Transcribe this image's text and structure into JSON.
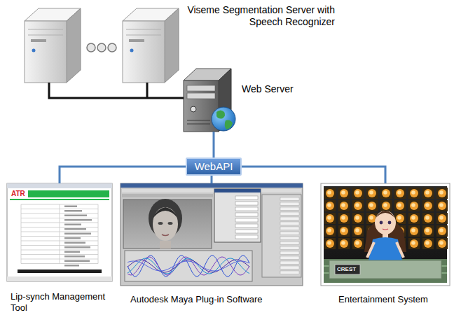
{
  "diagram": {
    "nodes": [
      {
        "text": [
          "Viseme Segmentation Server with Speech Recognizer"
        ]
      },
      {
        "text": [
          "Web Server"
        ]
      },
      {
        "text": [
          "WebAPI"
        ]
      },
      {
        "text": [
          "Lip-synch Management Tool"
        ]
      },
      {
        "text": [
          "Autodesk Maya Plug-in Software"
        ]
      },
      {
        "text": [
          "Entertainment System"
        ]
      }
    ],
    "edges": [
      {
        "from": 0,
        "to": 1,
        "arrow": "none"
      },
      {
        "from": 1,
        "to": 2,
        "arrow": "none"
      },
      {
        "from": 2,
        "to": 3,
        "arrow": "none"
      },
      {
        "from": 2,
        "to": 4,
        "arrow": "none"
      },
      {
        "from": 2,
        "to": 5,
        "arrow": "none"
      }
    ],
    "labels": [
      "ATR",
      "CREST"
    ]
  }
}
